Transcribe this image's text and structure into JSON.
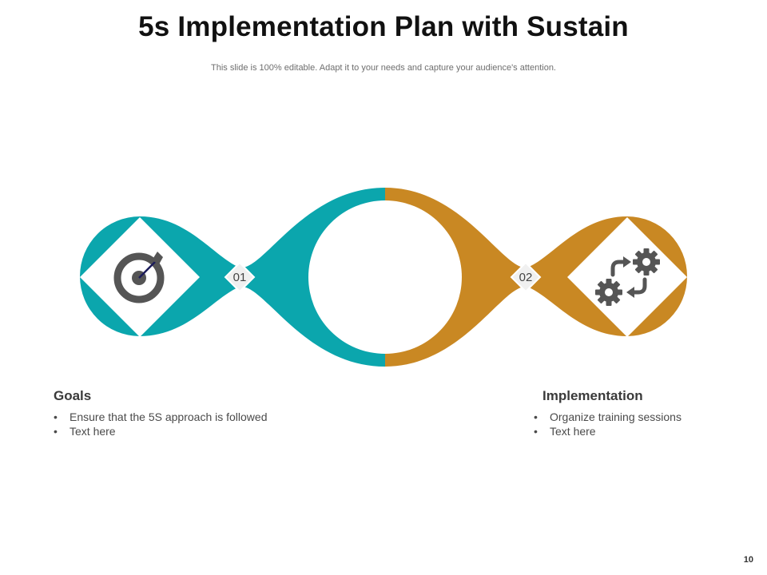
{
  "slide": {
    "title": "5s Implementation Plan with Sustain",
    "subtitle": "This slide is 100% editable. Adapt it to your needs and capture your audience's attention.",
    "page_number": "10"
  },
  "colors": {
    "teal": "#0BA6AD",
    "orange": "#C98823",
    "icon_gray": "#555555",
    "badge_bg": "#F0F0F0"
  },
  "steps": [
    {
      "number": "01",
      "icon": "target-icon",
      "heading": "Goals",
      "bullets": [
        "Ensure that the 5S approach is followed",
        "Text here"
      ]
    },
    {
      "number": "02",
      "icon": "gear-cycle-icon",
      "heading": "Implementation",
      "bullets": [
        "Organize training sessions",
        "Text here"
      ]
    }
  ]
}
